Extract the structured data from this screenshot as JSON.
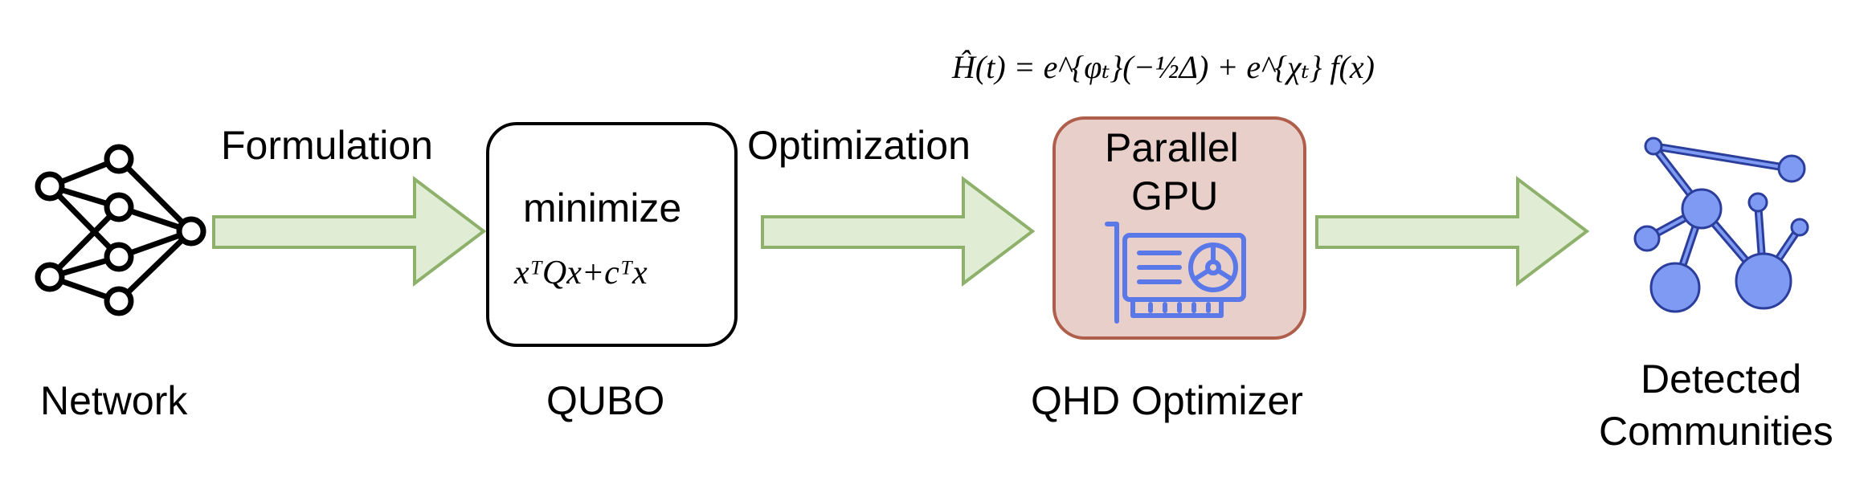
{
  "stages": {
    "network": "Network",
    "qubo": "QUBO",
    "qhd": "QHD Optimizer",
    "detected_line1": "Detected",
    "detected_line2": "Communities"
  },
  "arrows": {
    "formulation": "Formulation",
    "optimization": "Optimization"
  },
  "qubo_box": {
    "title": "minimize",
    "expression": "xᵀQx+cᵀx"
  },
  "qhd_box": {
    "line1": "Parallel",
    "line2": "GPU"
  },
  "equation": "Ĥ(t) = e^{φₜ}(−½Δ) + e^{χₜ} f(x)",
  "colors": {
    "arrow_fill": "#e1ecd5",
    "arrow_stroke": "#8db16a",
    "qhd_fill": "#e8cfca",
    "qhd_stroke": "#b05e4c",
    "icon_blue": "#5a78e8",
    "node_fill": "#7f9af2",
    "node_stroke": "#2b3e9c"
  }
}
